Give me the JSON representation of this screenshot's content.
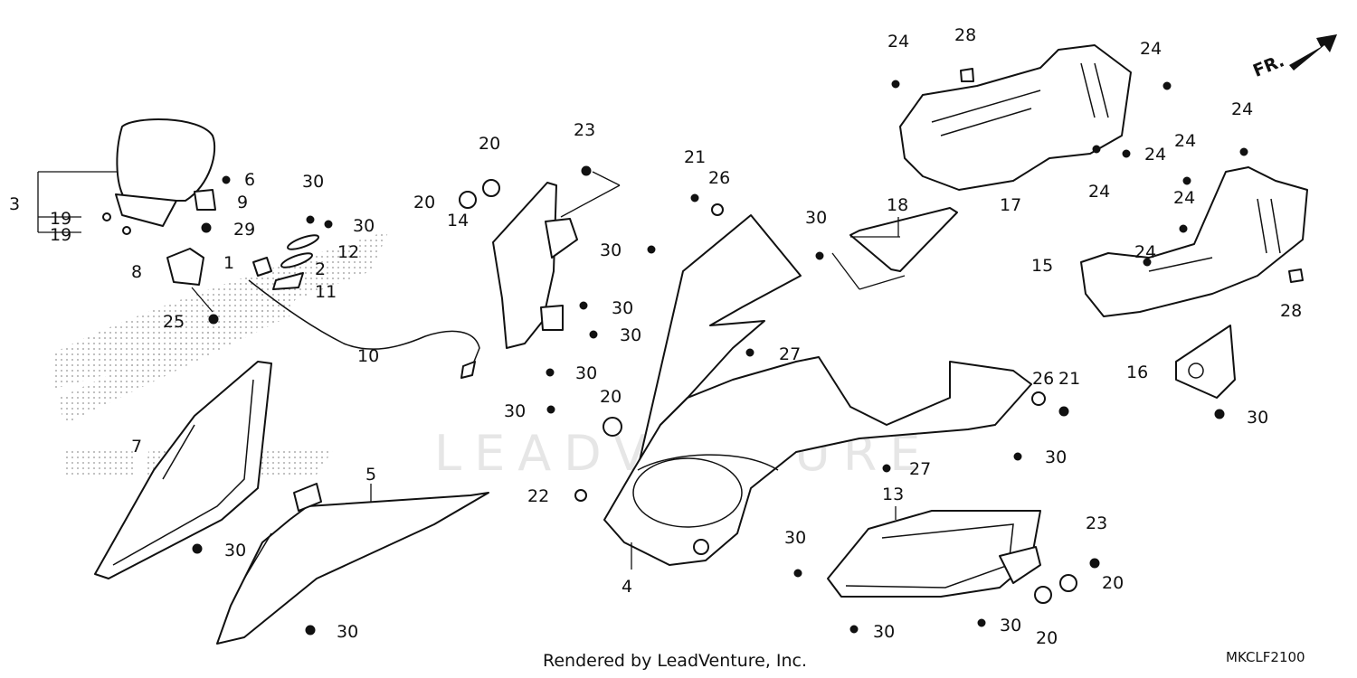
{
  "watermark_text": "LEADVENTURE",
  "footer": {
    "credit": "Rendered by LeadVenture, Inc.",
    "diagram_code": "MKCLF2100"
  },
  "direction_indicator": "FR.",
  "callouts": {
    "c1": "1",
    "c2": "2",
    "c3": "3",
    "c4": "4",
    "c5": "5",
    "c6": "6",
    "c7": "7",
    "c8": "8",
    "c9": "9",
    "c10": "10",
    "c11": "11",
    "c12": "12",
    "c13": "13",
    "c14": "14",
    "c15": "15",
    "c16": "16",
    "c17": "17",
    "c18": "18",
    "c19": "19",
    "c20": "20",
    "c21": "21",
    "c22": "22",
    "c23": "23",
    "c24": "24",
    "c25": "25",
    "c26": "26",
    "c27": "27",
    "c28": "28",
    "c29": "29",
    "c30": "30"
  }
}
